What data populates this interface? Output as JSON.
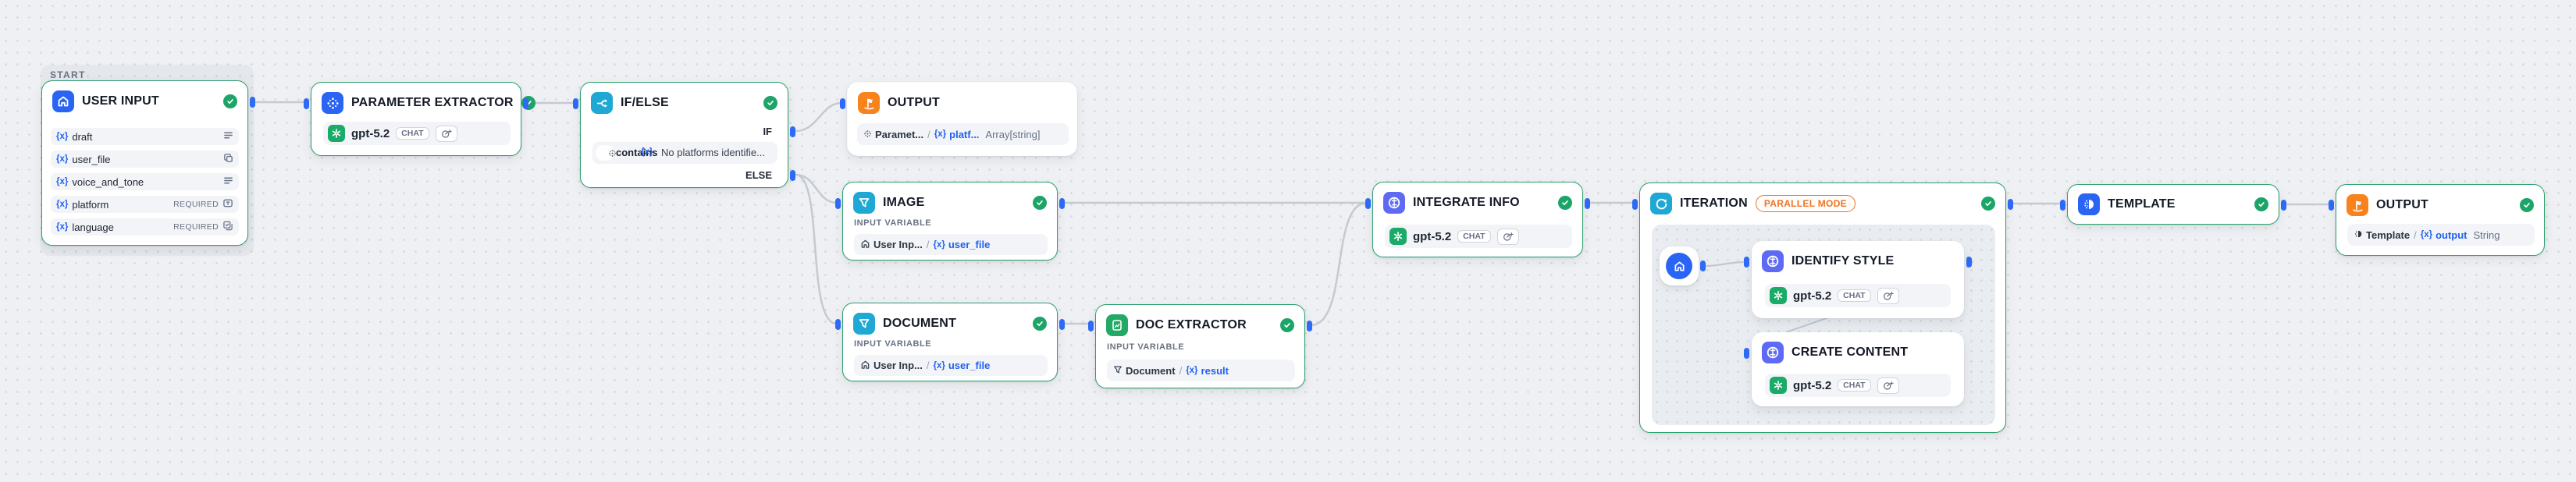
{
  "colors": {
    "accent_blue": "#2a64f5",
    "handle_blue": "#2e6af5",
    "success_green": "#2ba06e",
    "check_green": "#1da468",
    "cyan": "#1fa8d4",
    "indigo": "#5f6af4",
    "orange": "#f8821c",
    "badge_orange": "#ee7425",
    "openai_green": "#1aab69",
    "edge_gray": "#c5c9d1",
    "row_bg": "#f2f4f7",
    "canvas_bg": "#eef0f3",
    "var_blue": "#2161f0"
  },
  "start_group": {
    "label": "START"
  },
  "var_token": "{x}",
  "nodes": {
    "user_input": {
      "title": "USER INPUT",
      "fields": [
        {
          "name": "draft",
          "badge": ""
        },
        {
          "name": "user_file",
          "badge": ""
        },
        {
          "name": "voice_and_tone",
          "badge": ""
        },
        {
          "name": "platform",
          "badge": "REQUIRED"
        },
        {
          "name": "language",
          "badge": "REQUIRED"
        }
      ]
    },
    "parameter_extractor": {
      "title": "PARAMETER EXTRACTOR",
      "model": "gpt-5.2",
      "mode": "CHAT"
    },
    "if_else": {
      "title": "IF/ELSE",
      "if_label": "IF",
      "else_label": "ELSE",
      "operator": "contains",
      "value": "No platforms identifie..."
    },
    "output_top": {
      "title": "OUTPUT",
      "ref_node": "Paramet...",
      "slash": "/",
      "ref_var": "platf...",
      "ref_type": "Array[string]"
    },
    "image": {
      "title": "IMAGE",
      "section": "INPUT VARIABLE",
      "ref_node": "User Inp...",
      "slash": "/",
      "ref_var": "user_file"
    },
    "document": {
      "title": "DOCUMENT",
      "section": "INPUT VARIABLE",
      "ref_node": "User Inp...",
      "slash": "/",
      "ref_var": "user_file"
    },
    "doc_extractor": {
      "title": "DOC EXTRACTOR",
      "section": "INPUT VARIABLE",
      "ref_node": "Document",
      "slash": "/",
      "ref_var": "result"
    },
    "integrate_info": {
      "title": "INTEGRATE INFO",
      "model": "gpt-5.2",
      "mode": "CHAT"
    },
    "iteration": {
      "title": "ITERATION",
      "badge": "PARALLEL MODE",
      "identify_style": {
        "title": "IDENTIFY STYLE",
        "model": "gpt-5.2",
        "mode": "CHAT"
      },
      "create_content": {
        "title": "CREATE CONTENT",
        "model": "gpt-5.2",
        "mode": "CHAT"
      }
    },
    "template": {
      "title": "TEMPLATE"
    },
    "output_right": {
      "title": "OUTPUT",
      "ref_node": "Template",
      "slash": "/",
      "ref_var": "output",
      "ref_type": "String"
    }
  }
}
